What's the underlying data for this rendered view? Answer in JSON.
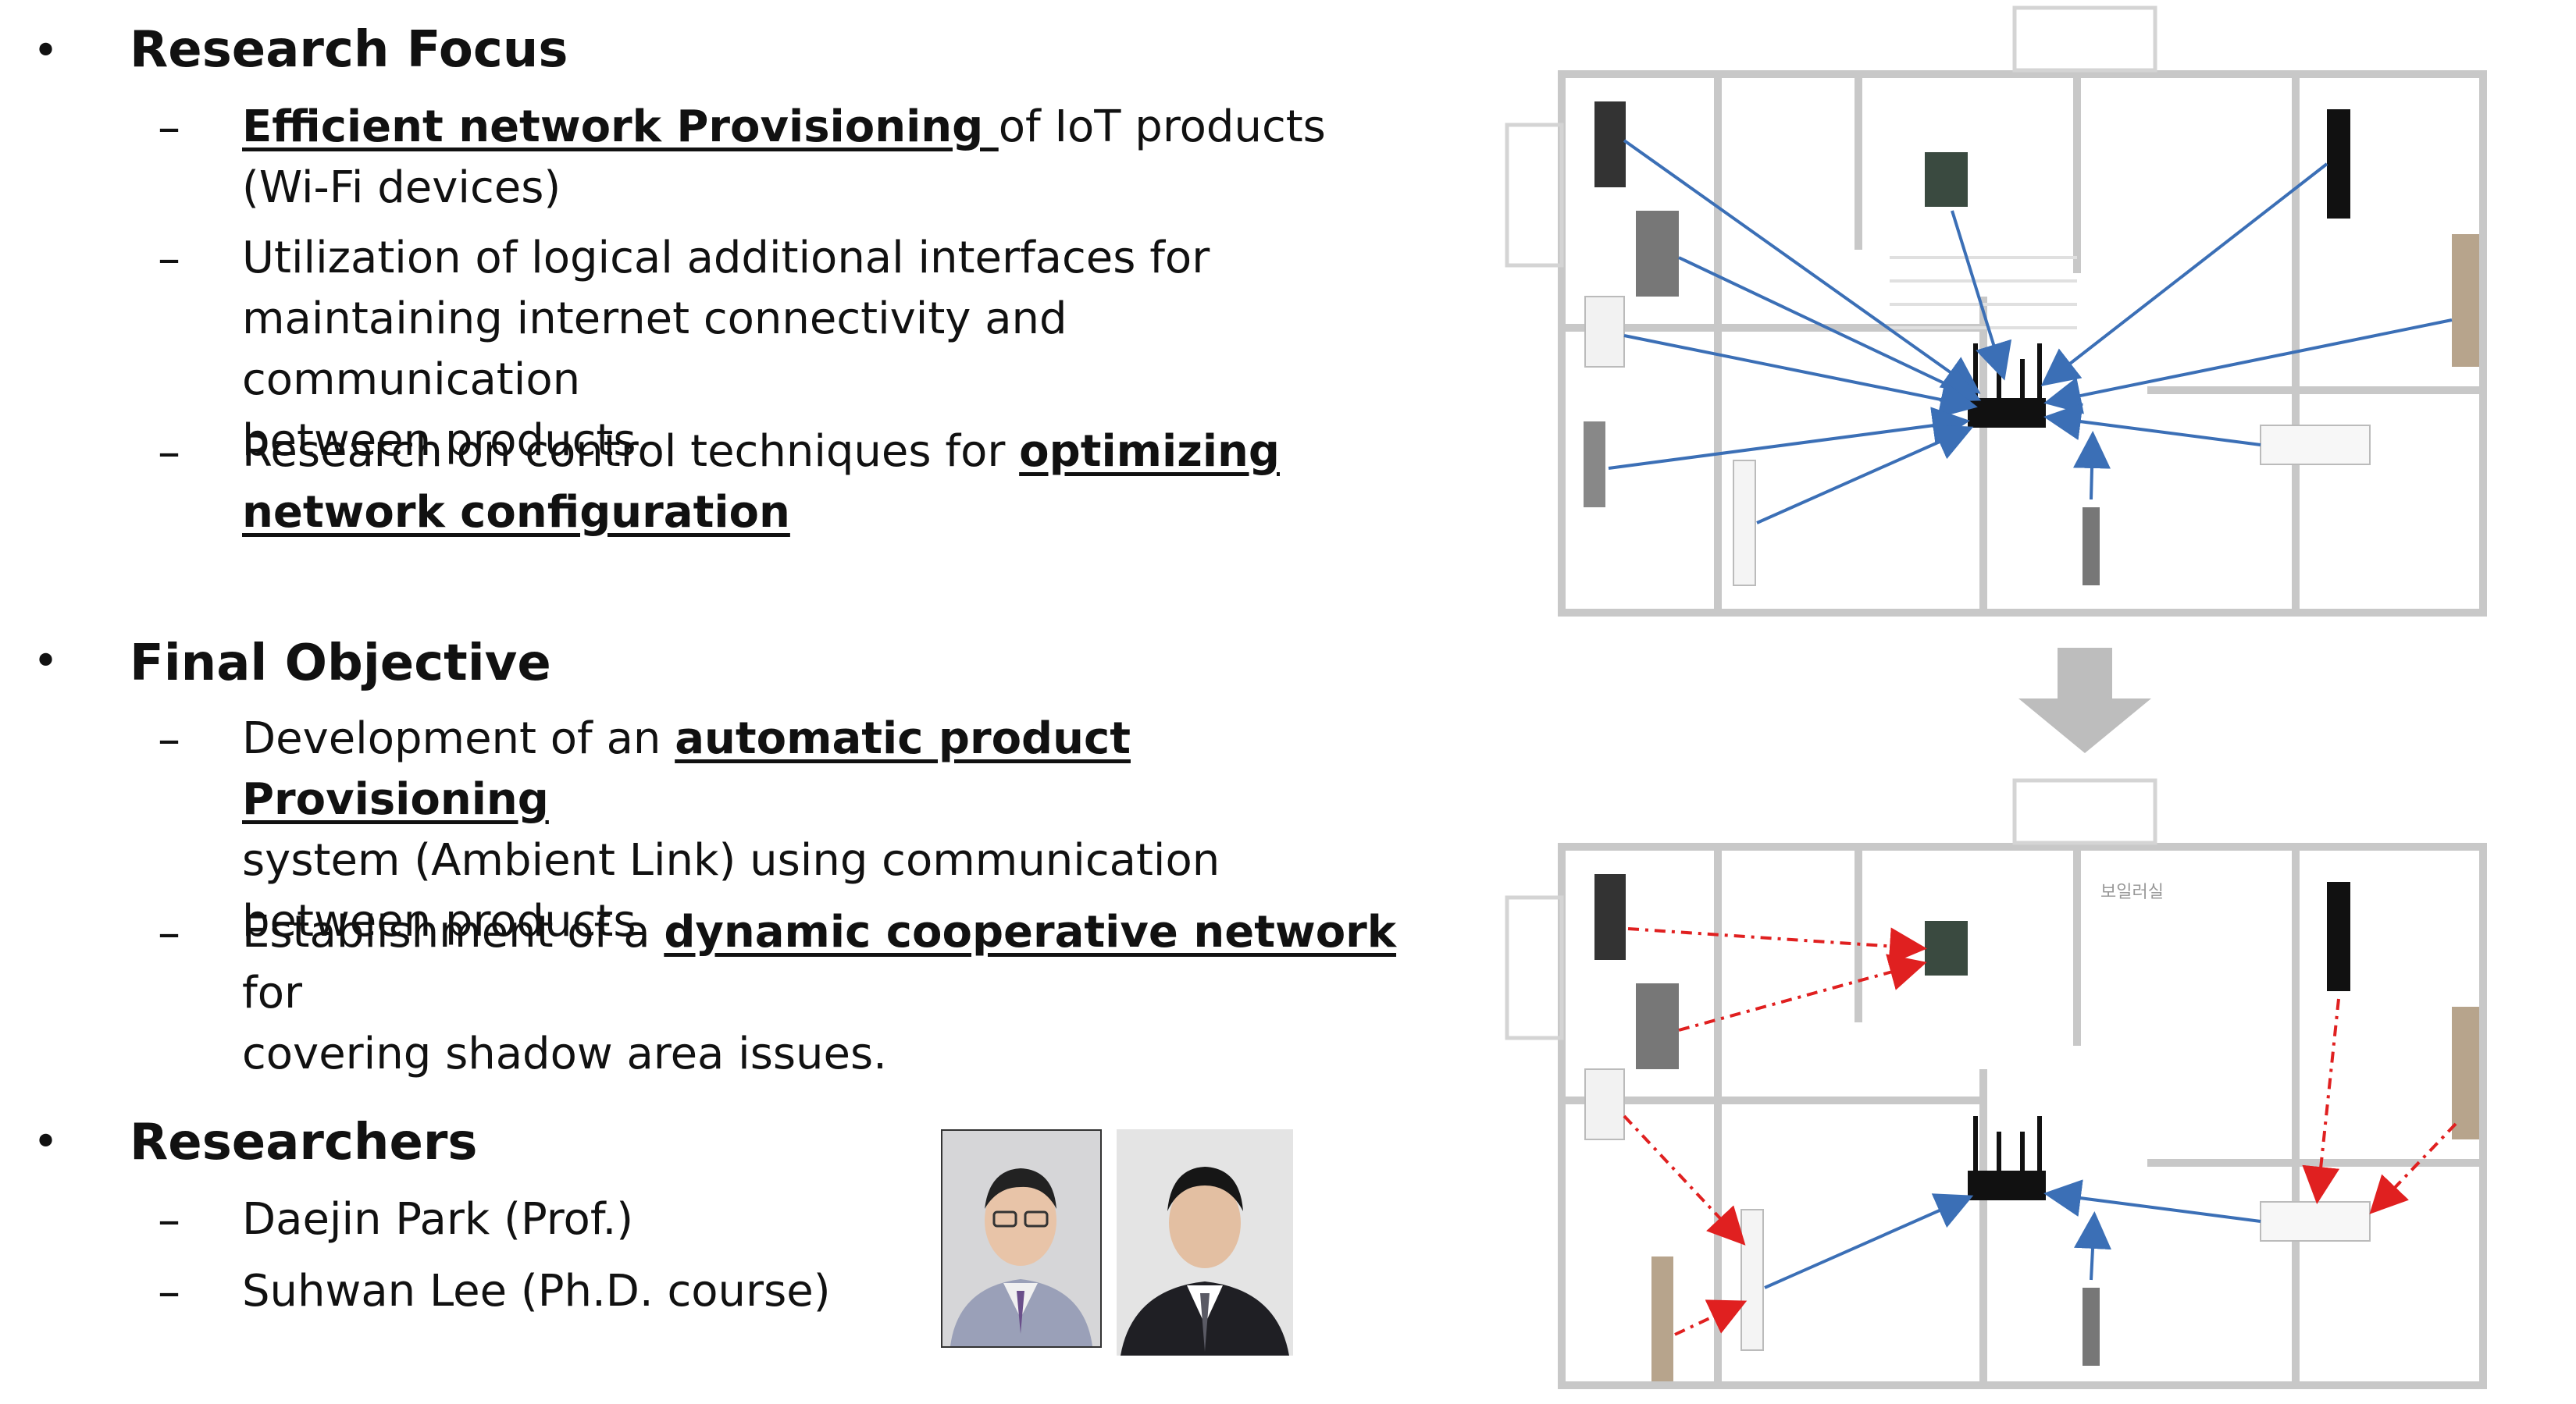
{
  "sections": {
    "research_focus": {
      "title": "Research Focus",
      "items": [
        {
          "b1": "Efficient network Provisioning ",
          "t1": "of IoT products",
          "line2": "(Wi-Fi devices)"
        },
        {
          "line1": "Utilization of logical additional interfaces for",
          "line2": "maintaining internet connectivity and communication",
          "line3": "between products"
        },
        {
          "t1": "Research on control techniques for ",
          "b1": "optimizing",
          "b2": "network configuration"
        }
      ]
    },
    "final_objective": {
      "title": "Final Objective",
      "items": [
        {
          "t1": "Development of an ",
          "b1": "automatic product Provisioning",
          "line2": "system (Ambient Link) using communication",
          "line3": "between products"
        },
        {
          "t1": "Establishment of a ",
          "b1": "dynamic cooperative network",
          "t2": " for",
          "line2": "covering shadow area issues."
        }
      ]
    },
    "researchers": {
      "title": "Researchers",
      "items": [
        "Daejin Park (Prof.)",
        "Suhwan Lee (Ph.D. course)"
      ]
    }
  },
  "bullet_char": "•",
  "dash_char": "–",
  "plan_labels": {
    "room_label": "보일러실"
  },
  "colors": {
    "solid_arrow": "#3b6fb6",
    "dashed_arrow": "#e02020",
    "wall": "#c8c8c8",
    "down_arrow": "#bdbdbd"
  }
}
